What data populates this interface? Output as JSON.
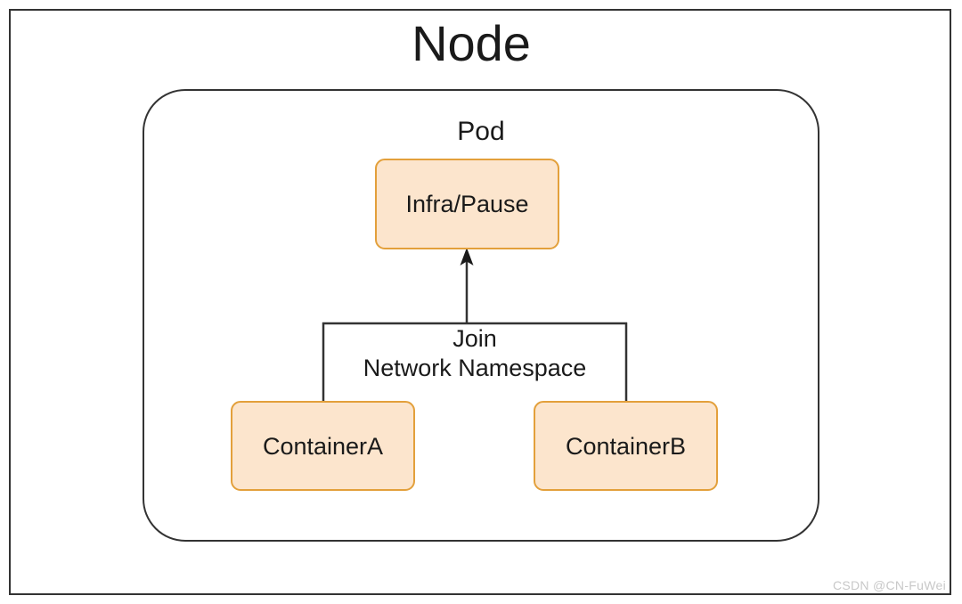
{
  "diagram": {
    "node": {
      "title": "Node"
    },
    "pod": {
      "title": "Pod"
    },
    "boxes": {
      "infra": {
        "label": "Infra/Pause"
      },
      "container_a": {
        "label": "ContainerA"
      },
      "container_b": {
        "label": "ContainerB"
      }
    },
    "connector": {
      "label_line1": "Join",
      "label_line2": "Network Namespace",
      "arrow_direction": "up",
      "arrow_target": "Infra/Pause"
    },
    "watermark": {
      "text": "CSDN @CN-FuWei"
    },
    "colors": {
      "box_fill": "#FCE5CD",
      "box_border": "#E3A03B",
      "frame_border": "#333333",
      "text": "#1A1A1A",
      "watermark": "#C8C8C8",
      "background": "#FFFFFF"
    }
  }
}
